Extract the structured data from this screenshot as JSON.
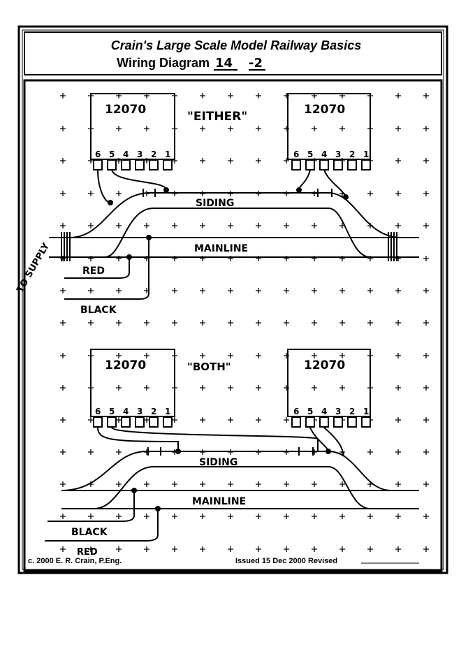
{
  "header": {
    "title": "Crain's Large Scale Model Railway Basics",
    "subtitle_prefix": "Wiring Diagram",
    "diagram_number": "14",
    "diagram_sub": "-2"
  },
  "top_diagram": {
    "label": "\"EITHER\"",
    "left_machine": {
      "model": "12070",
      "terminals": [
        "6",
        "5",
        "4",
        "3",
        "2",
        "1"
      ]
    },
    "right_machine": {
      "model": "12070",
      "terminals": [
        "6",
        "5",
        "4",
        "3",
        "2",
        "1"
      ]
    },
    "siding_label": "SIDING",
    "mainline_label": "MAINLINE",
    "red_label": "RED",
    "black_label": "BLACK",
    "supply_label": "TO SUPPLY"
  },
  "bottom_diagram": {
    "label": "\"BOTH\"",
    "left_machine": {
      "model": "12070",
      "terminals": [
        "6",
        "5",
        "4",
        "3",
        "2",
        "1"
      ]
    },
    "right_machine": {
      "model": "12070",
      "terminals": [
        "6",
        "5",
        "4",
        "3",
        "2",
        "1"
      ]
    },
    "siding_label": "SIDING",
    "mainline_label": "MAINLINE",
    "black_label": "BLACK",
    "red_label": "RED"
  },
  "footer": {
    "copyright": "c. 2000 E. R. Crain, P.Eng.",
    "issued": "Issued 15 Dec 2000 Revised"
  }
}
